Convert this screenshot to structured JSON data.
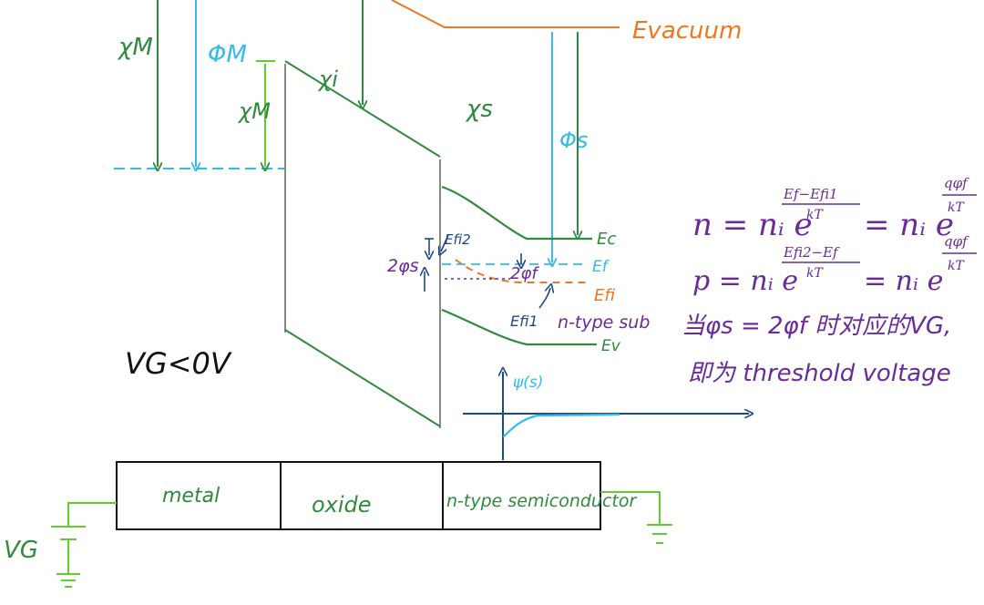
{
  "colors": {
    "green": "#2e8b3e",
    "cyan": "#33bbee",
    "orange": "#ee7722",
    "purple": "#6a2a9a",
    "navy": "#1a4a8a",
    "gray": "#888888",
    "lime": "#5fcf2a",
    "black": "#111111"
  },
  "labels": {
    "chi_m": "χM",
    "phi_m": "ΦM",
    "chi_m2": "χM",
    "chi_i": "χi",
    "chi_s": "χs",
    "phi_s": "Φs",
    "evacuum": "Evacuum",
    "ec": "Ec",
    "ef": "Ef",
    "efi": "Efi",
    "ev": "Ev",
    "efi2": "Efi2",
    "efi1": "Efi1",
    "two_phi_s": "2φs",
    "two_phi_f": "2φf",
    "n_type_sub": "n-type sub",
    "vg_cond": "VG<0V",
    "psi_s": "ψ(s)",
    "vg_source": "VG"
  },
  "regions": {
    "metal": "metal",
    "oxide": "oxide",
    "semi": "n-type semiconductor"
  },
  "equations": {
    "n_lhs": "n = nᵢ e",
    "n_exp_num": "Ef−Efi1",
    "n_exp_den": "kT",
    "n_eq": "= nᵢ e",
    "n_exp2_num": "qφf",
    "n_exp2_den": "kT",
    "p_lhs": "p = nᵢ e",
    "p_exp_num": "Efi2−Ef",
    "p_exp_den": "kT",
    "p_eq": "= nᵢ e",
    "p_exp2_num": "qφf",
    "p_exp2_den": "kT",
    "note1": "当φs = 2φf 时对应的VG,",
    "note2": "即为 threshold voltage"
  }
}
